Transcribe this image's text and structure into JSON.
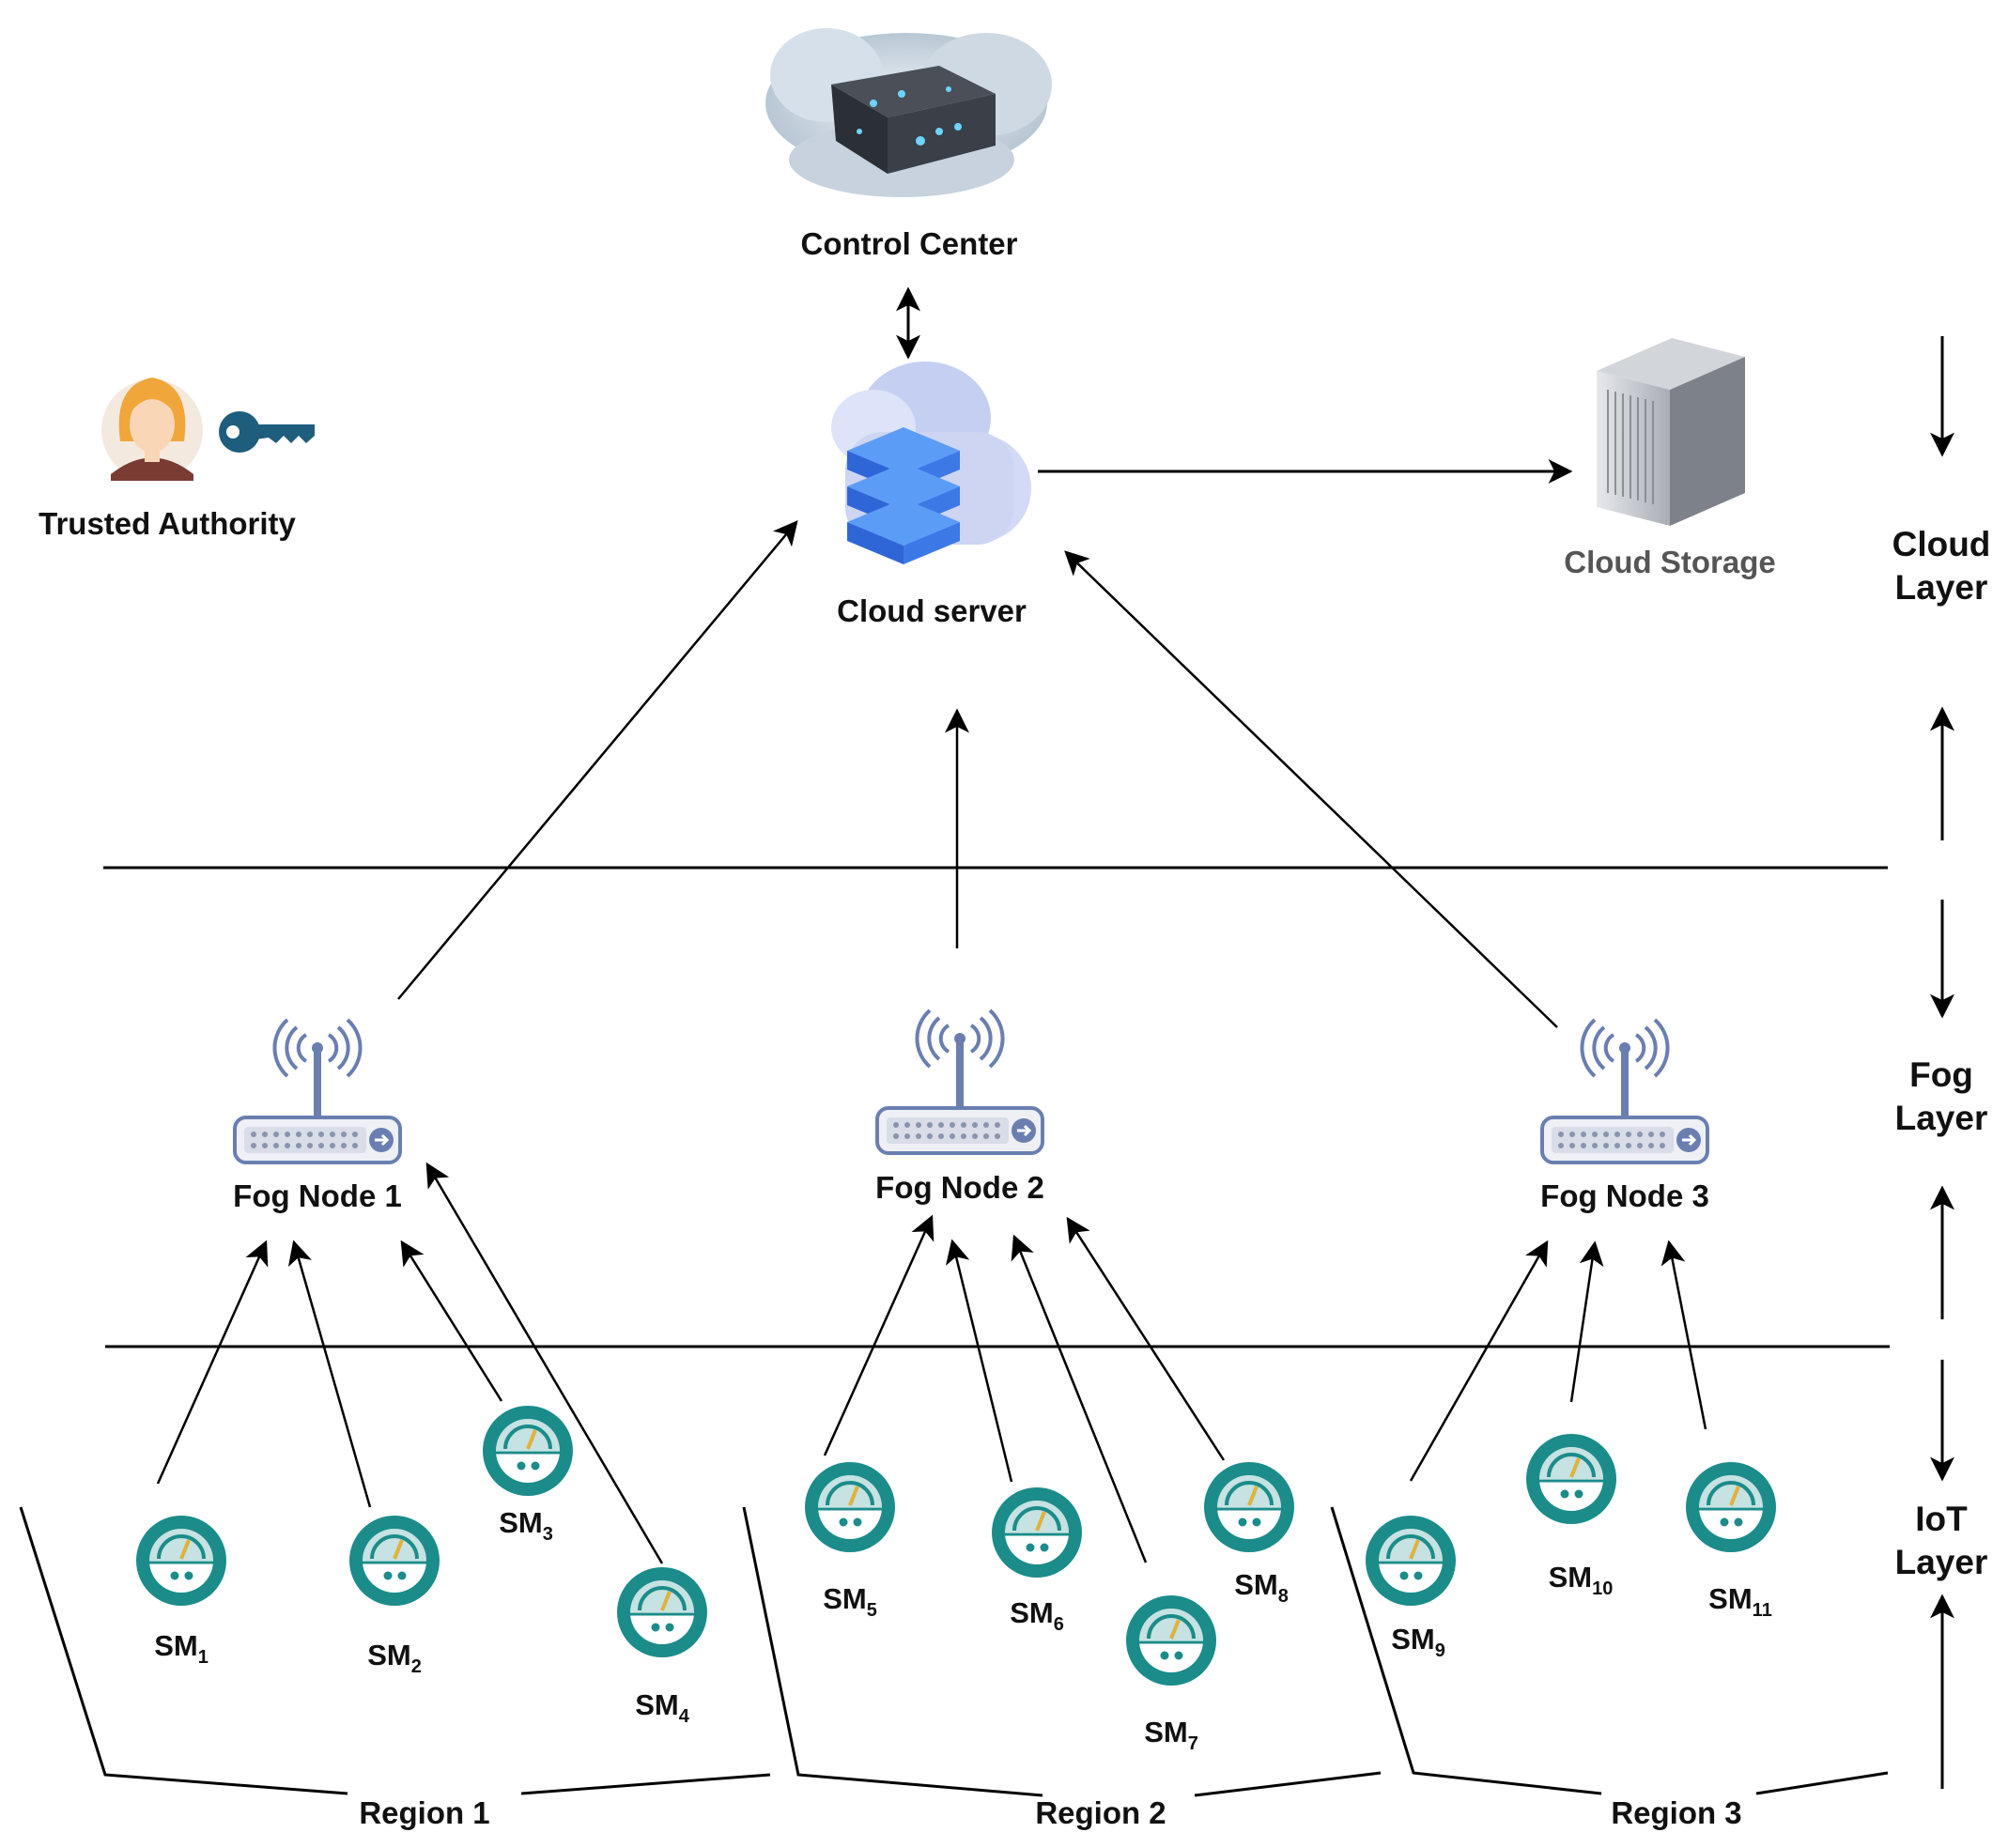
{
  "control_center": {
    "label": "Control Center"
  },
  "cloud_server": {
    "label": "Cloud server"
  },
  "cloud_storage": {
    "label": "Cloud Storage"
  },
  "trusted_authority": {
    "label": "Trusted Authority"
  },
  "layers": {
    "cloud": {
      "line1": "Cloud",
      "line2": "Layer"
    },
    "fog": {
      "line1": "Fog",
      "line2": "Layer"
    },
    "iot": {
      "line1": "IoT",
      "line2": "Layer"
    }
  },
  "fog_nodes": [
    {
      "label": "Fog Node 1"
    },
    {
      "label": "Fog Node 2"
    },
    {
      "label": "Fog Node 3"
    }
  ],
  "smart_meters": [
    {
      "prefix": "SM",
      "index": "1"
    },
    {
      "prefix": "SM",
      "index": "2"
    },
    {
      "prefix": "SM",
      "index": "3"
    },
    {
      "prefix": "SM",
      "index": "4"
    },
    {
      "prefix": "SM",
      "index": "5"
    },
    {
      "prefix": "SM",
      "index": "6"
    },
    {
      "prefix": "SM",
      "index": "7"
    },
    {
      "prefix": "SM",
      "index": "8"
    },
    {
      "prefix": "SM",
      "index": "9"
    },
    {
      "prefix": "SM",
      "index": "10"
    },
    {
      "prefix": "SM",
      "index": "11"
    }
  ],
  "regions": [
    {
      "label": "Region 1"
    },
    {
      "label": "Region 2"
    },
    {
      "label": "Region 3"
    }
  ],
  "colors": {
    "meter_teal": "#1b8c8a",
    "router_blue": "#6a7fb0",
    "key_blue": "#1f5d7c",
    "cloud_blue": "#4a86f0"
  }
}
